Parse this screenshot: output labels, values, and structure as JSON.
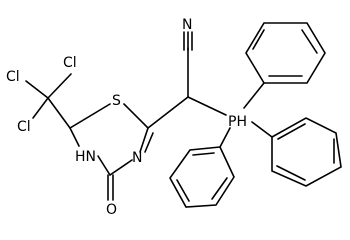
{
  "molecule": {
    "atoms": {
      "cl1": "Cl",
      "cl2": "Cl",
      "cl3": "Cl",
      "sulfur": "S",
      "nitrogen_ring_amide": "HN",
      "nitrogen_ring_imine": "N",
      "oxygen": "O",
      "nitrogen_nitrile": "N",
      "phosphorus": "PH"
    }
  }
}
